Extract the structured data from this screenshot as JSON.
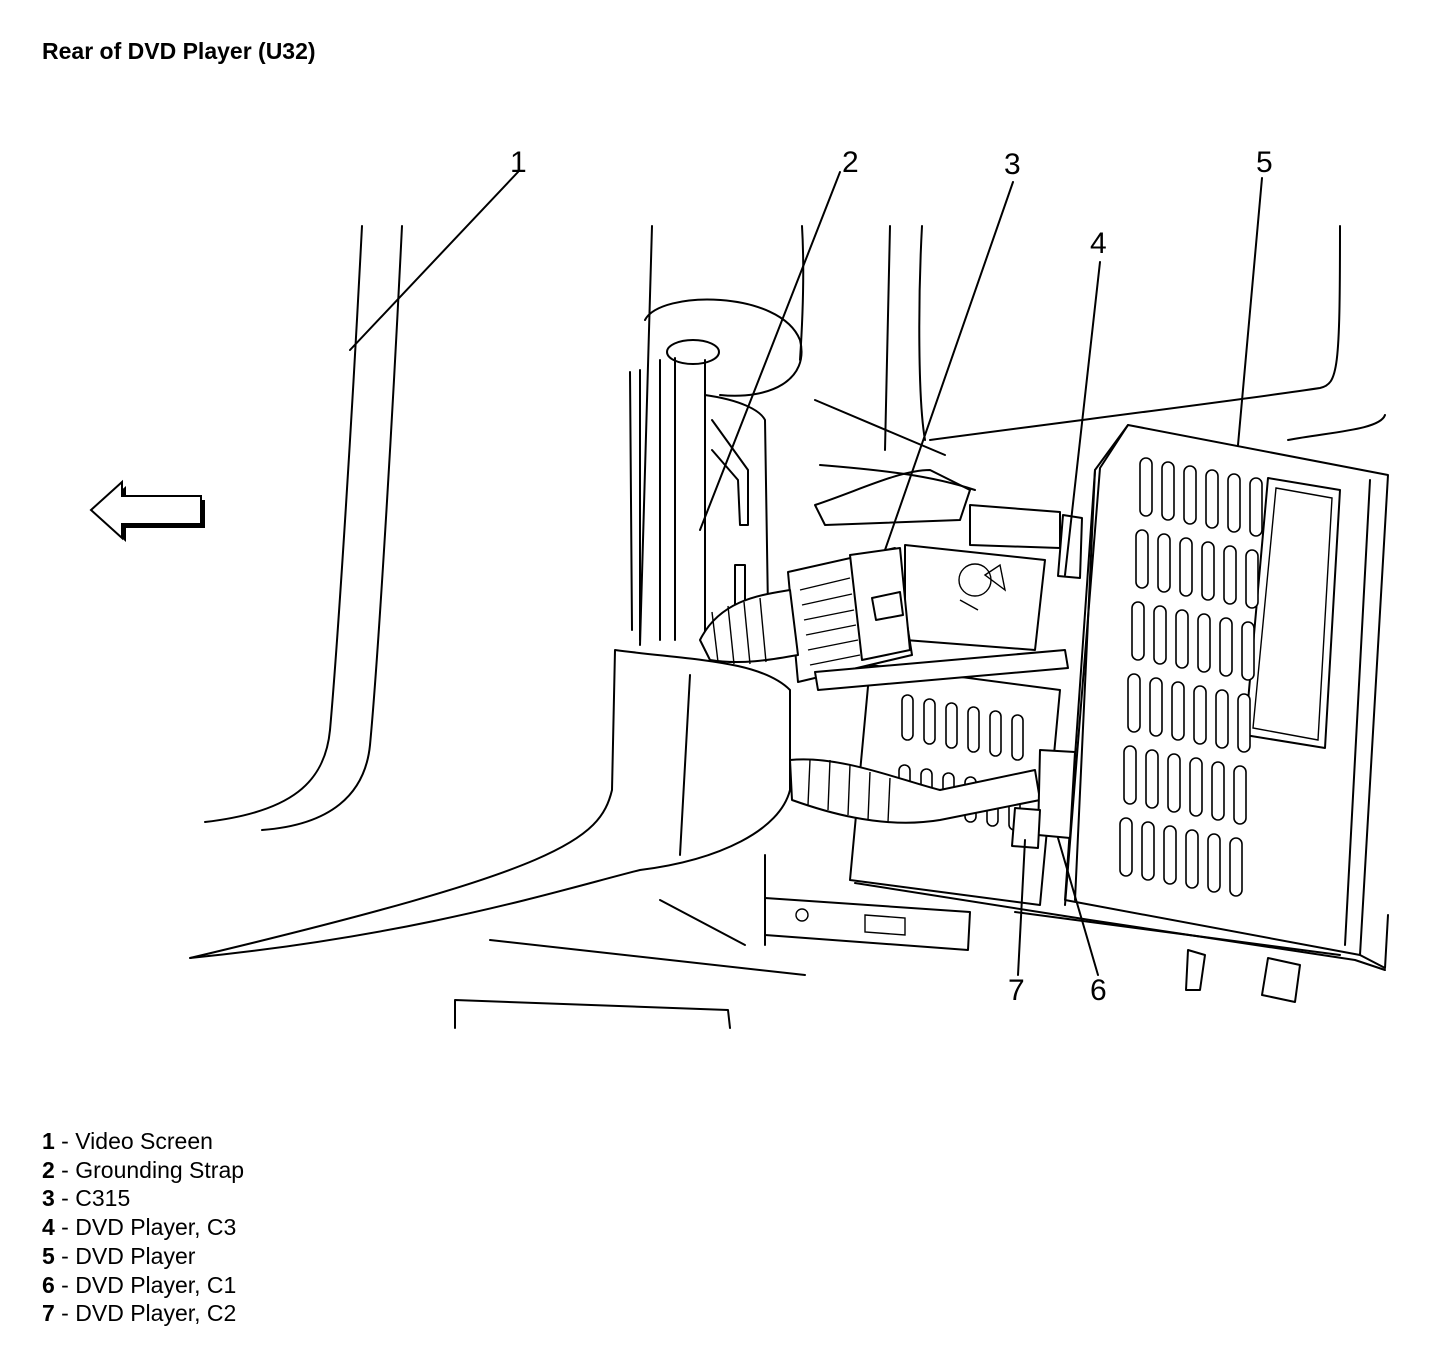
{
  "title": "Rear of DVD Player (U32)",
  "callouts": [
    "1",
    "2",
    "3",
    "4",
    "5",
    "7",
    "6"
  ],
  "legend": [
    {
      "num": "1",
      "sep": " - ",
      "label": "Video Screen"
    },
    {
      "num": "2",
      "sep": " - ",
      "label": "Grounding Strap"
    },
    {
      "num": "3",
      "sep": " - ",
      "label": "C315"
    },
    {
      "num": "4",
      "sep": " - ",
      "label": "DVD Player, C3"
    },
    {
      "num": "5",
      "sep": " - ",
      "label": "DVD Player"
    },
    {
      "num": "6",
      "sep": " - ",
      "label": "DVD Player, C1"
    },
    {
      "num": "7",
      "sep": " - ",
      "label": "DVD Player, C2"
    }
  ],
  "icons": {
    "direction_arrow": "arrow-left-icon"
  }
}
